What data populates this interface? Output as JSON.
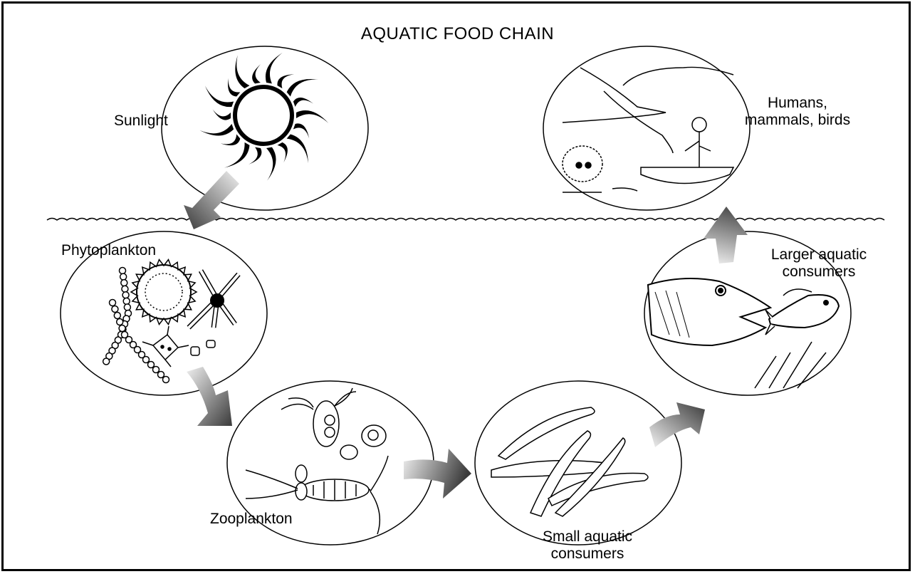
{
  "title": "AQUATIC FOOD CHAIN",
  "stages": [
    {
      "id": "sunlight",
      "label": "Sunlight"
    },
    {
      "id": "phytoplankton",
      "label": "Phytoplankton"
    },
    {
      "id": "zooplankton",
      "label": "Zooplankton"
    },
    {
      "id": "small-consumers",
      "label_lines": [
        "Small aquatic",
        "consumers"
      ]
    },
    {
      "id": "larger-consumers",
      "label_lines": [
        "Larger aquatic",
        "consumers"
      ]
    },
    {
      "id": "top-consumers",
      "label_lines": [
        "Humans,",
        "mammals, birds"
      ]
    }
  ],
  "colors": {
    "ink": "#000000",
    "arrow_light": "#e6e6e6",
    "arrow_dark": "#333333",
    "background": "#ffffff"
  }
}
